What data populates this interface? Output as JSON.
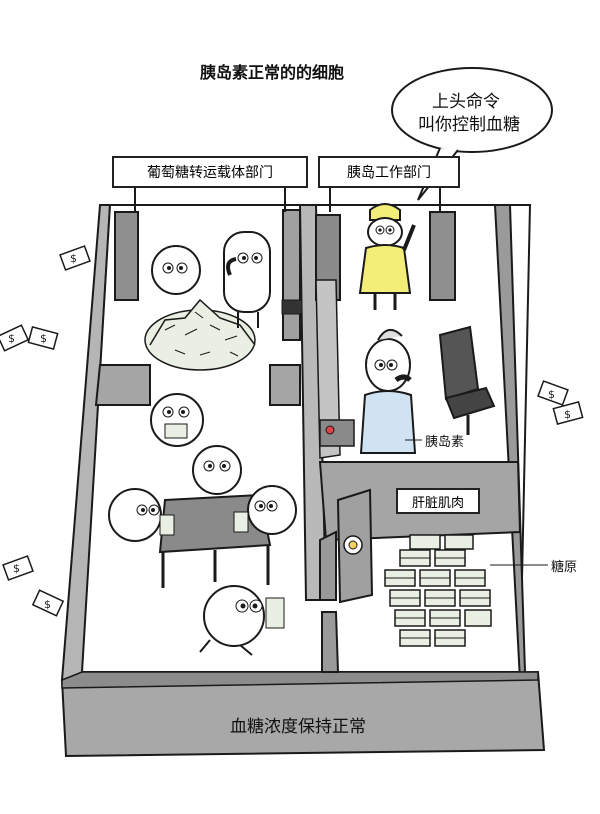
{
  "title": "胰岛素正常的的细胞",
  "speech_bubble": {
    "line1": "上头命令",
    "line2": "叫你控制血糖"
  },
  "departments": {
    "glucose_transport": "葡萄糖转运载体部门",
    "islet_work": "胰岛工作部门",
    "liver_muscle": "肝脏肌肉"
  },
  "callouts": {
    "insulin": "胰岛素",
    "glycogen": "糖原"
  },
  "footer": "血糖浓度保持正常",
  "money_symbol": "$",
  "colors": {
    "wall_gray": "#a8a8a8",
    "wall_dark": "#6f6f6f",
    "floor": "#ffffff",
    "raincoat_yellow": "#f2ee78",
    "shirt_blue": "#cfe3f3",
    "money_green": "#e9efe2",
    "outline": "#1a1a1a"
  }
}
